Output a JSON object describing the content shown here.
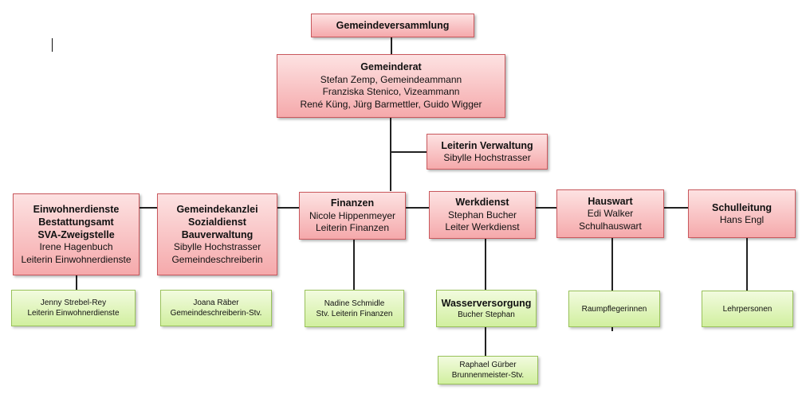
{
  "gemeindeversammlung": {
    "title": "Gemeindeversammlung"
  },
  "gemeinderat": {
    "title": "Gemeinderat",
    "lines": [
      "Stefan Zemp, Gemeindeammann",
      "Franziska Stenico, Vizeammann",
      "René Küng, Jürg Barmettler, Guido Wigger"
    ]
  },
  "verwaltung": {
    "title": "Leiterin Verwaltung",
    "lines": [
      "Sibylle Hochstrasser"
    ]
  },
  "einwohnerdienste": {
    "titles": [
      "Einwohnerdienste",
      "Bestattungsamt",
      "SVA-Zweigstelle"
    ],
    "lines": [
      "Irene Hagenbuch",
      "Leiterin Einwohnerdienste"
    ]
  },
  "gemeindekanzlei": {
    "titles": [
      "Gemeindekanzlei",
      "Sozialdienst",
      "Bauverwaltung"
    ],
    "lines": [
      "Sibylle Hochstrasser",
      "Gemeindeschreiberin"
    ]
  },
  "finanzen": {
    "title": "Finanzen",
    "lines": [
      "Nicole Hippenmeyer",
      "Leiterin Finanzen"
    ]
  },
  "werkdienst": {
    "title": "Werkdienst",
    "lines": [
      "Stephan Bucher",
      "Leiter Werkdienst"
    ]
  },
  "hauswart": {
    "title": "Hauswart",
    "lines": [
      "Edi Walker",
      "Schulhauswart"
    ]
  },
  "schulleitung": {
    "title": "Schulleitung",
    "lines": [
      "Hans Engl"
    ]
  },
  "sub": {
    "einwohner": [
      "Jenny Strebel-Rey",
      "Leiterin Einwohnerdienste"
    ],
    "kanzlei": [
      "Joana Räber",
      "Gemeindeschreiberin-Stv."
    ],
    "finanzen": [
      "Nadine Schmidle",
      "Stv. Leiterin Finanzen"
    ],
    "wasser": {
      "title": "Wasserversorgung",
      "lines": [
        "Bucher Stephan"
      ]
    },
    "brunnen": [
      "Raphael Gürber",
      "Brunnenmeister-Stv."
    ],
    "raumpflege": [
      "Raumpflegerinnen"
    ],
    "lehr": [
      "Lehrpersonen"
    ]
  }
}
